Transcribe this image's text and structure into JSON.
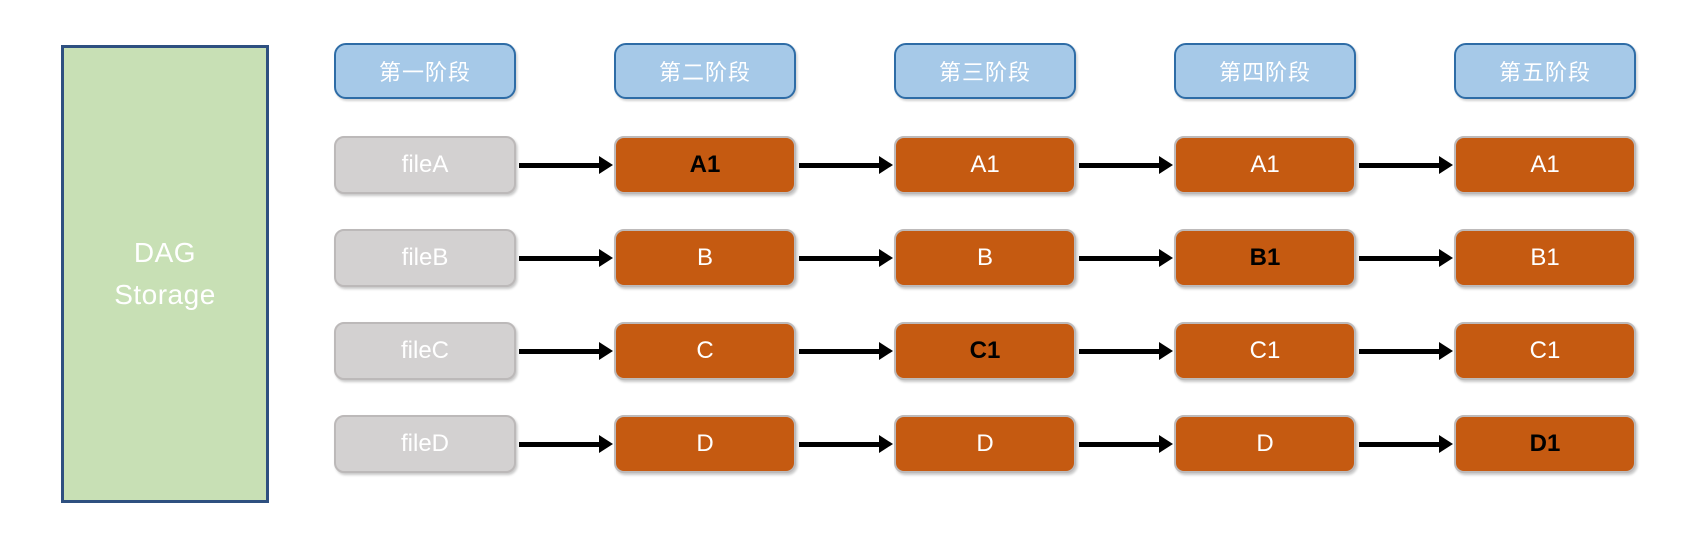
{
  "diagram": {
    "storage": {
      "label": "DAG Storage",
      "line1": "DAG",
      "line2": "Storage"
    },
    "stages": [
      {
        "label": "第一阶段"
      },
      {
        "label": "第二阶段"
      },
      {
        "label": "第三阶段"
      },
      {
        "label": "第四阶段"
      },
      {
        "label": "第五阶段"
      }
    ],
    "rows": [
      {
        "file": "fileA",
        "cells": [
          {
            "label": "A1",
            "highlight": true
          },
          {
            "label": "A1",
            "highlight": false
          },
          {
            "label": "A1",
            "highlight": false
          },
          {
            "label": "A1",
            "highlight": false
          }
        ]
      },
      {
        "file": "fileB",
        "cells": [
          {
            "label": "B",
            "highlight": false
          },
          {
            "label": "B",
            "highlight": false
          },
          {
            "label": "B1",
            "highlight": true
          },
          {
            "label": "B1",
            "highlight": false
          }
        ]
      },
      {
        "file": "fileC",
        "cells": [
          {
            "label": "C",
            "highlight": false
          },
          {
            "label": "C1",
            "highlight": true
          },
          {
            "label": "C1",
            "highlight": false
          },
          {
            "label": "C1",
            "highlight": false
          }
        ]
      },
      {
        "file": "fileD",
        "cells": [
          {
            "label": "D",
            "highlight": false
          },
          {
            "label": "D",
            "highlight": false
          },
          {
            "label": "D",
            "highlight": false
          },
          {
            "label": "D1",
            "highlight": true
          }
        ]
      }
    ],
    "colors": {
      "storage_fill": "#c8e0b5",
      "storage_border": "#2e5080",
      "stage_fill": "#a6c9e8",
      "stage_border": "#2e6ca6",
      "task_fill": "#c55a11",
      "task_border": "#bdbaba",
      "file_fill": "#d3d1d1",
      "file_border": "#bcb9b9",
      "node_text": "#ffffff",
      "highlight_text": "#000000",
      "arrow": "#000000"
    }
  }
}
